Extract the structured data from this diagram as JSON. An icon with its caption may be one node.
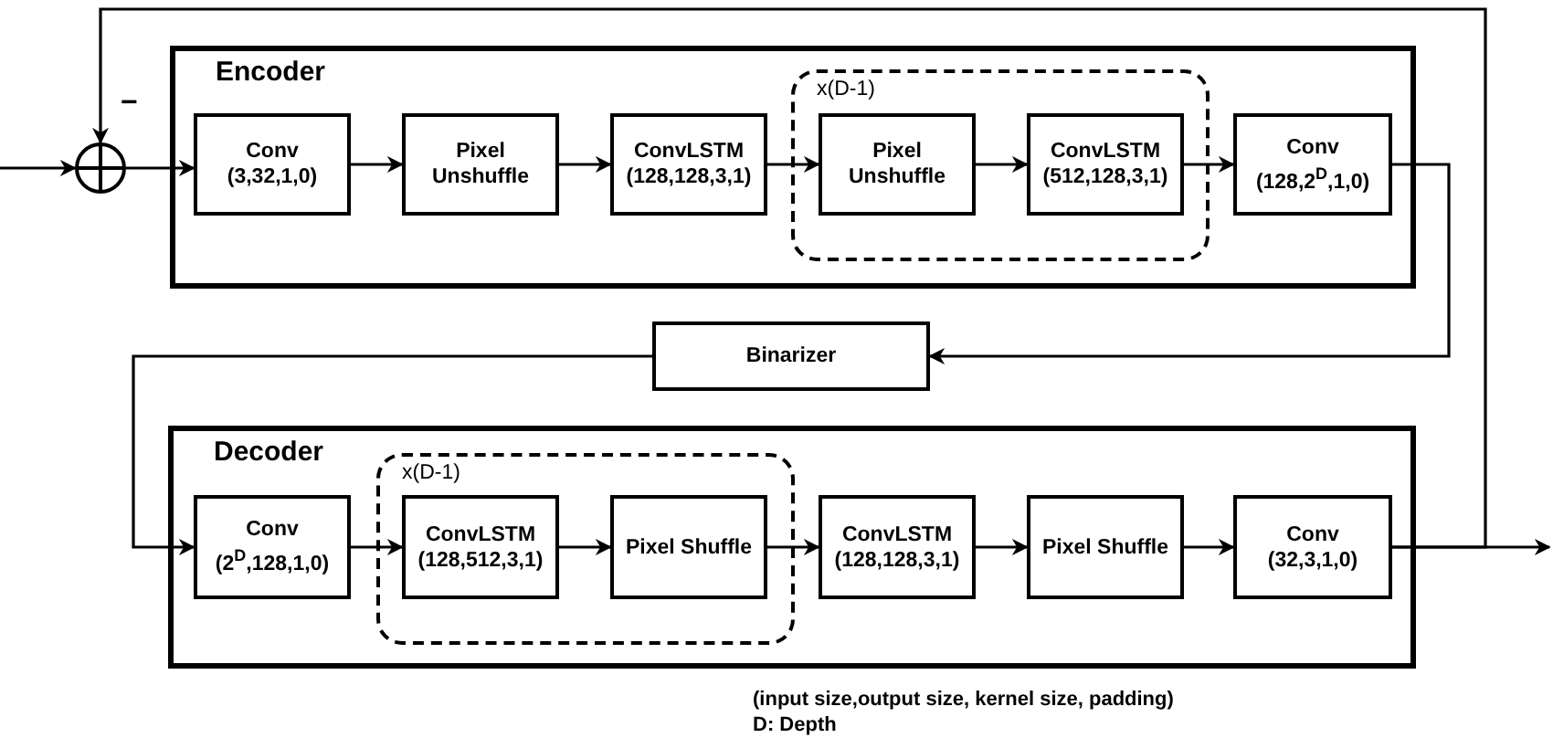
{
  "diagram": {
    "nodes": [
      {
        "text": [
          "Encoder"
        ]
      },
      {
        "text": [
          "Conv (3,32,1,0)"
        ],
        "in": 0
      },
      {
        "text": [
          "Pixel Unshuffle"
        ],
        "in": 0
      },
      {
        "text": [
          "ConvLSTM (128,128,3,1)"
        ],
        "in": 0
      },
      {
        "text": [
          "x(D-1)"
        ],
        "in": 0
      },
      {
        "text": [
          "Pixel Unshuffle"
        ],
        "in": 4
      },
      {
        "text": [
          "ConvLSTM (512,128,3,1)"
        ],
        "in": 4
      },
      {
        "text": [
          "Conv (128,2$^{D}$,1,0)"
        ],
        "in": 0
      },
      {
        "text": [],
        "shape": "circle"
      },
      {
        "text": [
          "Binarizer"
        ]
      },
      {
        "text": [
          "Decoder"
        ]
      },
      {
        "text": [
          "Conv (2$^{D}$,128,1,0)"
        ],
        "in": 10
      },
      {
        "text": [
          "x(D-1)"
        ],
        "in": 10
      },
      {
        "text": [
          "ConvLSTM (128,512,3,1)"
        ],
        "in": 12
      },
      {
        "text": [
          "Pixel Shuffle"
        ],
        "in": 12
      },
      {
        "text": [
          "ConvLSTM (128,128,3,1)"
        ],
        "in": 10
      },
      {
        "text": [
          "Pixel Shuffle"
        ],
        "in": 10
      },
      {
        "text": [
          "Conv (32,3,1,0)"
        ],
        "in": 10
      }
    ],
    "edges": [
      {
        "from": null,
        "to": 8,
        "arrow": "to"
      },
      {
        "from": 8,
        "to": 1,
        "arrow": "to"
      },
      {
        "from": 1,
        "to": 2,
        "arrow": "to"
      },
      {
        "from": 2,
        "to": 3,
        "arrow": "to"
      },
      {
        "from": 3,
        "to": 5,
        "arrow": "to"
      },
      {
        "from": 5,
        "to": 6,
        "arrow": "to"
      },
      {
        "from": 6,
        "to": 7,
        "arrow": "to"
      },
      {
        "from": 7,
        "to": 9,
        "arrow": "to"
      },
      {
        "from": 9,
        "to": 11,
        "arrow": "to"
      },
      {
        "from": 11,
        "to": 13,
        "arrow": "to"
      },
      {
        "from": 13,
        "to": 14,
        "arrow": "to"
      },
      {
        "from": 14,
        "to": 15,
        "arrow": "to"
      },
      {
        "from": 15,
        "to": 16,
        "arrow": "to"
      },
      {
        "from": 16,
        "to": 17,
        "arrow": "to"
      },
      {
        "from": 17,
        "to": null,
        "arrow": "to"
      },
      {
        "from": 17,
        "to": 8,
        "arrow": "to",
        "label": "−"
      }
    ],
    "labels": [
      "(input size,output size, kernel size, padding)",
      "D: Depth"
    ]
  }
}
